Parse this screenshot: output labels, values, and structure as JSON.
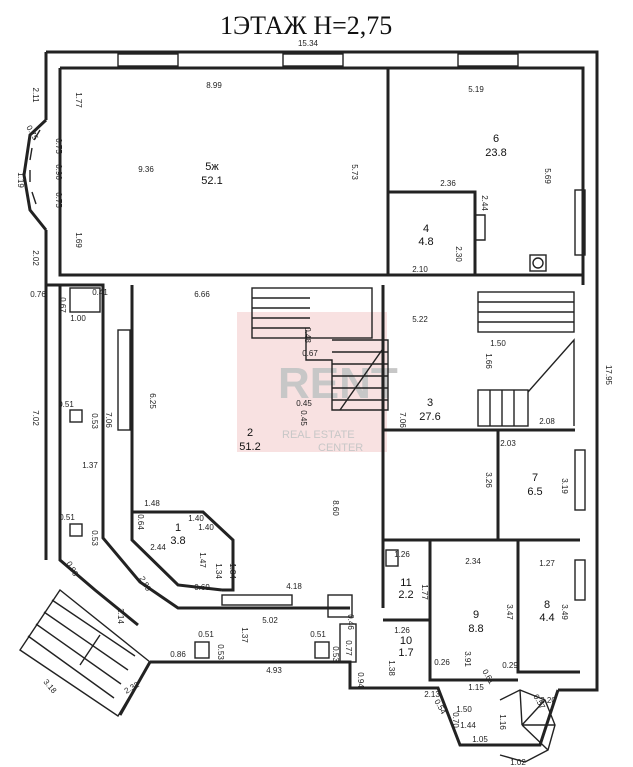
{
  "title": "1ЭТАЖ  Н=2,75",
  "watermark": {
    "brand": "RENT",
    "line1": "REAL ESTATE",
    "line2": "CENTER"
  },
  "rooms": [
    {
      "num": "5ж",
      "area": "52.1"
    },
    {
      "num": "6",
      "area": "23.8"
    },
    {
      "num": "4",
      "area": "4.8"
    },
    {
      "num": "2",
      "area": "51.2"
    },
    {
      "num": "3",
      "area": "27.6"
    },
    {
      "num": "7",
      "area": "6.5"
    },
    {
      "num": "1",
      "area": "3.8"
    },
    {
      "num": "11",
      "area": "2.2"
    },
    {
      "num": "9",
      "area": "8.8"
    },
    {
      "num": "8",
      "area": "4.4"
    },
    {
      "num": "10",
      "area": "1.7"
    }
  ],
  "dimensions": [
    "15.34",
    "8.99",
    "5.19",
    "2.11",
    "1.77",
    "0.75",
    "0.75",
    "1.19",
    "0.96",
    "0.75",
    "9.36",
    "5.73",
    "2.36",
    "5.69",
    "2.44",
    "1.69",
    "2.02",
    "2.30",
    "2.10",
    "0.76",
    "0.67",
    "0.41",
    "6.66",
    "5.22",
    "1.00",
    "0.48",
    "0.67",
    "1.66",
    "1.50",
    "17.95",
    "7.02",
    "0.51",
    "0.53",
    "7.06",
    "6.25",
    "0.45",
    "0.45",
    "7.06",
    "2.08",
    "2.03",
    "1.37",
    "3.26",
    "3.19",
    "8.60",
    "1.48",
    "1.40",
    "0.64",
    "1.40",
    "0.51",
    "0.53",
    "2.44",
    "1.47",
    "1.34",
    "1.34",
    "0.96",
    "1.26",
    "2.34",
    "1.27",
    "1.77",
    "2.89",
    "0.69",
    "4.18",
    "5.02",
    "3.47",
    "3.49",
    "2.14",
    "0.51",
    "1.37",
    "0.51",
    "0.46",
    "1.26",
    "0.53",
    "0.53",
    "0.77",
    "1.38",
    "3.91",
    "0.86",
    "4.93",
    "0.26",
    "0.29",
    "0.61",
    "0.94",
    "1.15",
    "0.57",
    "3.18",
    "2.32",
    "2.13",
    "0.54",
    "0.70",
    "1.50",
    "1.44",
    "2.20",
    "1.05",
    "1.02",
    "1.16"
  ]
}
